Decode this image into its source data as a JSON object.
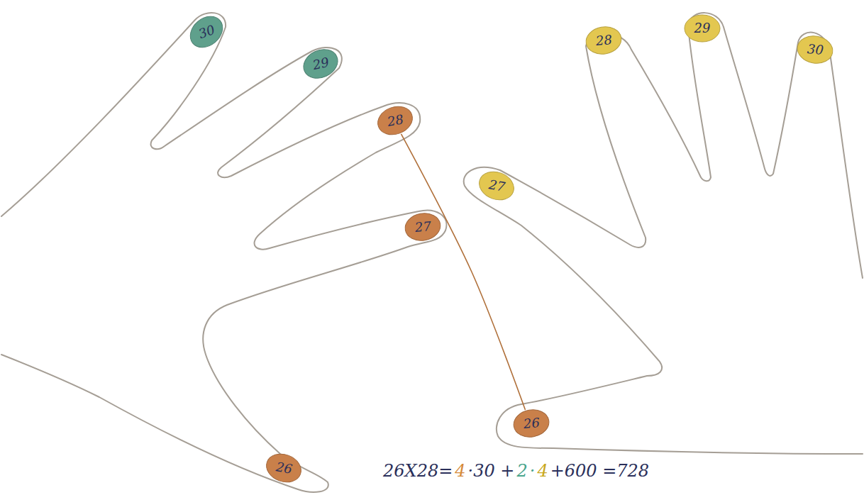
{
  "diagram": {
    "nodes": [
      {
        "text": [
          "30"
        ]
      },
      {
        "text": [
          "29"
        ]
      },
      {
        "text": [
          "28"
        ]
      },
      {
        "text": [
          "27"
        ]
      },
      {
        "text": [
          "26"
        ]
      },
      {
        "text": [
          "26"
        ]
      },
      {
        "text": [
          "27"
        ]
      },
      {
        "text": [
          "28"
        ]
      },
      {
        "text": [
          "29"
        ]
      },
      {
        "text": [
          "30"
        ]
      }
    ],
    "edges": [
      {
        "from": 2,
        "to": 5,
        "arrow": "none"
      }
    ],
    "labels": [
      "26X28=",
      "4",
      "·30 +",
      "2",
      "·",
      "4",
      "+600 =728"
    ]
  }
}
